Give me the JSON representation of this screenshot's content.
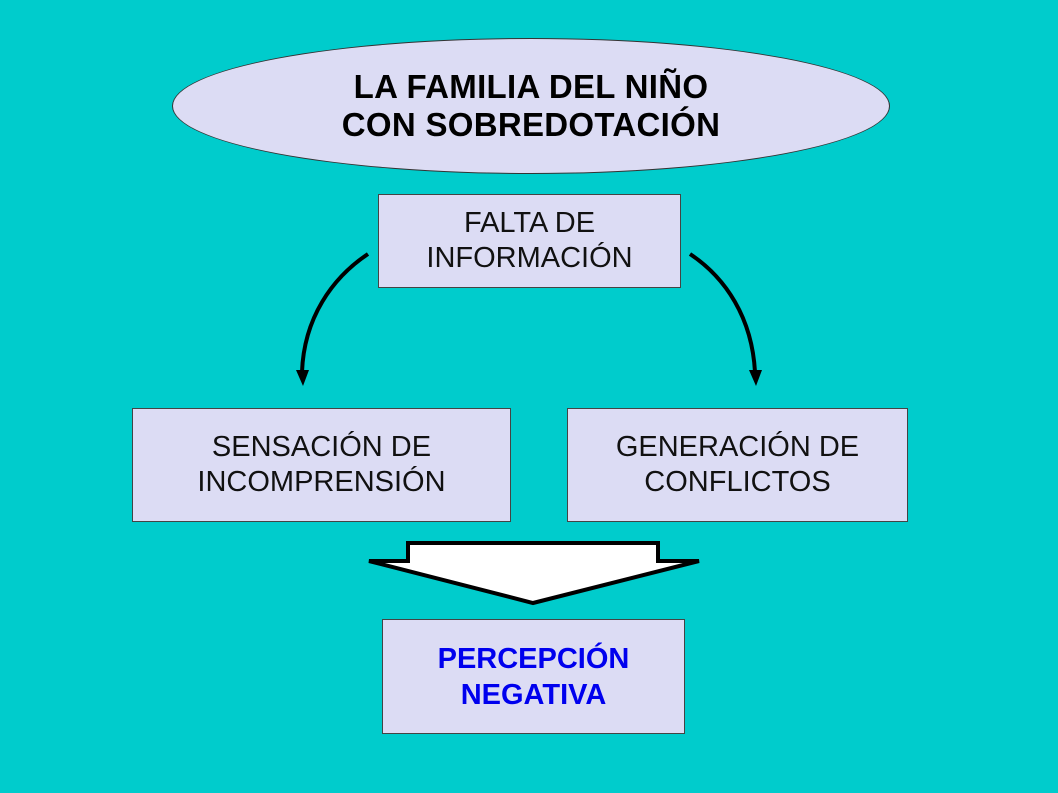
{
  "title": {
    "line1": "LA FAMILIA DEL NIÑO",
    "line2": "CON SOBREDOTACIÓN"
  },
  "cause": {
    "line1": "FALTA DE",
    "line2": "INFORMACIÓN"
  },
  "effect_left": {
    "line1": "SENSACIÓN DE",
    "line2": "INCOMPRENSIÓN"
  },
  "effect_right": {
    "line1": "GENERACIÓN DE",
    "line2": "CONFLICTOS"
  },
  "result": {
    "line1": "PERCEPCIÓN",
    "line2": "NEGATIVA"
  },
  "colors": {
    "background": "#00CCCC",
    "box_fill": "#DCDCF4",
    "result_text": "#0000EE"
  }
}
